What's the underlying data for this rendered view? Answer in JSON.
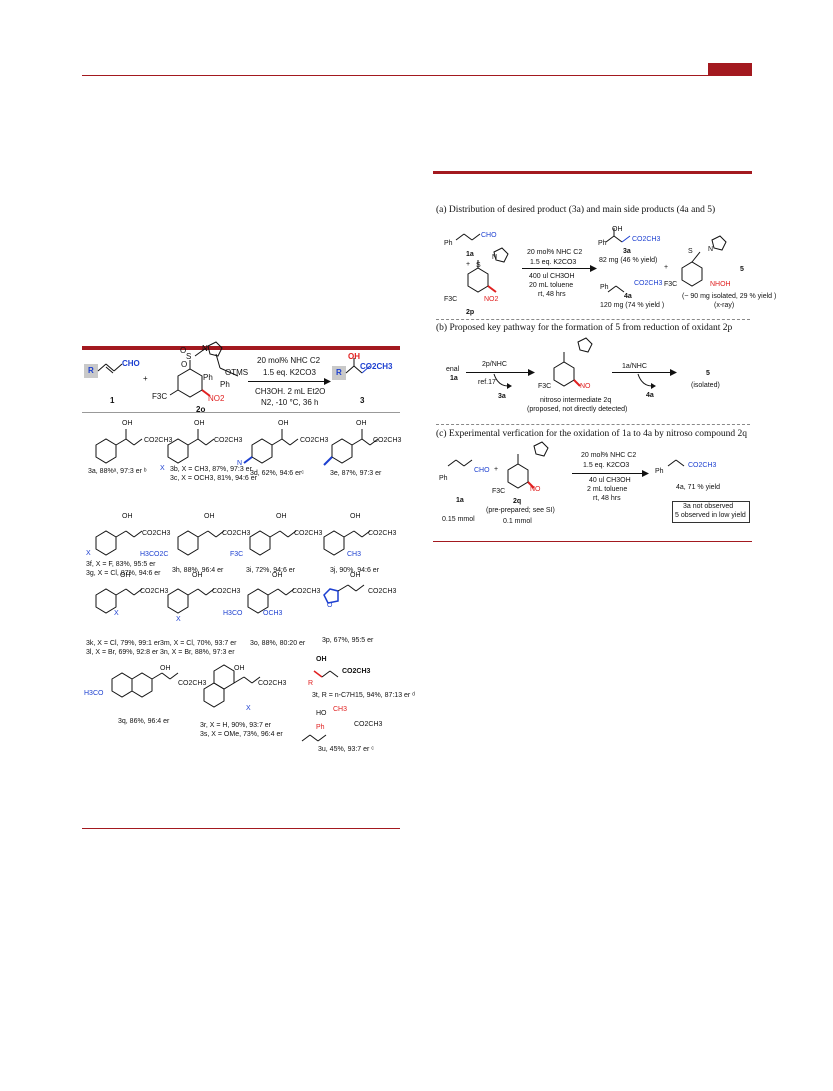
{
  "header": {
    "rule_color": "#a3191f"
  },
  "scheme_left": {
    "reagents": [
      "20 mol% NHC C2",
      "1.5 eq. K2CO3",
      "CH3OH. 2 mL Et2O",
      "N2, -10 °C, 36 h"
    ],
    "labels": {
      "enal": "1",
      "oxidant": "2o",
      "product": "3",
      "R": "R",
      "CHO": "CHO",
      "F3C": "F3C",
      "NO2": "NO2",
      "OTMS": "OTMS",
      "Ph": "Ph",
      "OH": "OH",
      "CO2CH3": "CO2CH3",
      "plus": "+",
      "S": "S",
      "N": "N",
      "O": "O"
    },
    "entries": [
      "3a, 88%ᵃ, 97:3 er ᵇ",
      "3b, X = CH3, 87%, 97:3 er",
      "3c, X = OCH3, 81%, 94:6 er",
      "3d, 62%, 94:6 erᶜ",
      "3e, 87%, 97:3 er",
      "3f, X = F, 83%, 95:5 er",
      "3g, X = Cl, 87%, 94:6 er",
      "3h, 88%, 96:4 er",
      "3i, 72%, 94:6 er",
      "3j, 90%, 94:6 er",
      "3k, X = Cl, 79%, 99:1 er",
      "3l, X = Br, 69%, 92:8 er",
      "3m, X = Cl, 70%, 93:7 er",
      "3n, X = Br, 88%, 97:3 er",
      "3o, 88%, 80:20 er",
      "3p, 67%, 95:5 er",
      "3q, 86%, 96:4 er",
      "3r, X = H, 90%, 93:7 er",
      "3s, X = OMe, 73%, 96:4 er",
      "3t, R = n-C7H15, 94%, 87:13 er ᵈ",
      "3u, 45%, 93:7 er ᶜ"
    ],
    "sub_labels": {
      "X": "X",
      "CH3": "CH3",
      "H3CO": "H3CO",
      "H3CO2C": "H3CO2C",
      "OCH3": "OCH3",
      "N": "N",
      "O": "O",
      "R": "R",
      "HO": "HO",
      "Ph": "Ph"
    }
  },
  "scheme_right": {
    "a_title": "(a) Distribution of desired product (3a) and main side products (4a and 5)",
    "a_reagents": [
      "20 mol% NHC C2",
      "1.5 eq. K2CO3",
      "400 ul CH3OH",
      "20 mL toluene",
      "rt, 48 hrs"
    ],
    "a_labels": {
      "Ph": "Ph",
      "CHO": "CHO",
      "1a": "1a",
      "plus": "+",
      "2p": "2p",
      "F3C": "F3C",
      "NO2": "NO2",
      "OH": "OH",
      "CO2CH3": "CO2CH3",
      "3a": "3a",
      "3a_yield": "82 mg (46 % yield)",
      "4a": "4a",
      "4a_yield": "120 mg (74 % yield )",
      "5": "5",
      "NHOH": "NHOH",
      "5_yield": "(~ 90 mg isolated, 29 % yield )",
      "xray": "(x-ray)",
      "S": "S",
      "N": "N",
      "O": "O"
    },
    "b_title": "(b) Proposed key pathway for the formation of 5 from reduction of oxidant 2p",
    "b_labels": {
      "enal": "enal",
      "1a": "1a",
      "2p_nhc": "2p/NHC",
      "ref": "ref.17",
      "3a": "3a",
      "NO": "NO",
      "F3C": "F3C",
      "intermediate": "nitroso intermediate 2q",
      "proposed": "(proposed, not directly detected)",
      "1a_nhc": "1a/NHC",
      "4a": "4a",
      "5": "5",
      "isolated": "(isolated)"
    },
    "c_title": "(c) Experimental verfication for the oxidation of 1a to 4a by nitroso compound 2q",
    "c_reagents": [
      "20 mol% NHC C2",
      "1.5 eq. K2CO3",
      "40 ul CH3OH",
      "2 mL toluene",
      "rt, 48 hrs"
    ],
    "c_labels": {
      "Ph": "Ph",
      "CHO": "CHO",
      "1a": "1a",
      "mmol_1a": "0.15 mmol",
      "plus": "+",
      "2q": "2q",
      "preprep": "(pre-prepared; see SI)",
      "mmol_2q": "0.1 mmol",
      "F3C": "F3C",
      "NO": "NO",
      "CO2CH3": "CO2CH3",
      "4a_yield": "4a, 71 % yield",
      "not_observed": "3a not observed",
      "low_yield": "5 observed in low yield"
    }
  }
}
